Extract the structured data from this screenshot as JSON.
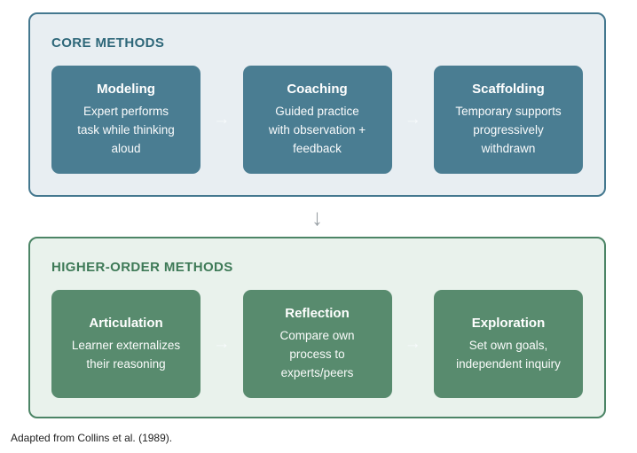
{
  "colors": {
    "core_panel_bg": "#e8eef2",
    "core_panel_border": "#44788f",
    "core_box_bg": "#4a7d92",
    "core_title_text": "#2e6779",
    "higher_panel_bg": "#e9f2ec",
    "higher_panel_border": "#4c8566",
    "higher_box_bg": "#588b6e",
    "higher_title_text": "#3e7a57",
    "box_text": "#ffffff",
    "between_box_arrow": "#f7fafc",
    "down_arrow": "#9aa1a6"
  },
  "core_section": {
    "title": "CORE METHODS",
    "arrow": "→",
    "boxes": [
      {
        "title": "Modeling",
        "body": "Expert performs\ntask while thinking\naloud"
      },
      {
        "title": "Coaching",
        "body": "Guided practice\nwith observation +\nfeedback"
      },
      {
        "title": "Scaffolding",
        "body": "Temporary supports\nprogressively\nwithdrawn"
      }
    ]
  },
  "connector": {
    "arrow": "↓"
  },
  "higher_section": {
    "title": "HIGHER-ORDER METHODS",
    "arrow": "→",
    "boxes": [
      {
        "title": "Articulation",
        "body": "Learner externalizes\ntheir reasoning"
      },
      {
        "title": "Reflection",
        "body": "Compare own\nprocess to\nexperts/peers"
      },
      {
        "title": "Exploration",
        "body": "Set own goals,\nindependent inquiry"
      }
    ]
  },
  "footer": {
    "caption": "Adapted from Collins et al. (1989)."
  }
}
